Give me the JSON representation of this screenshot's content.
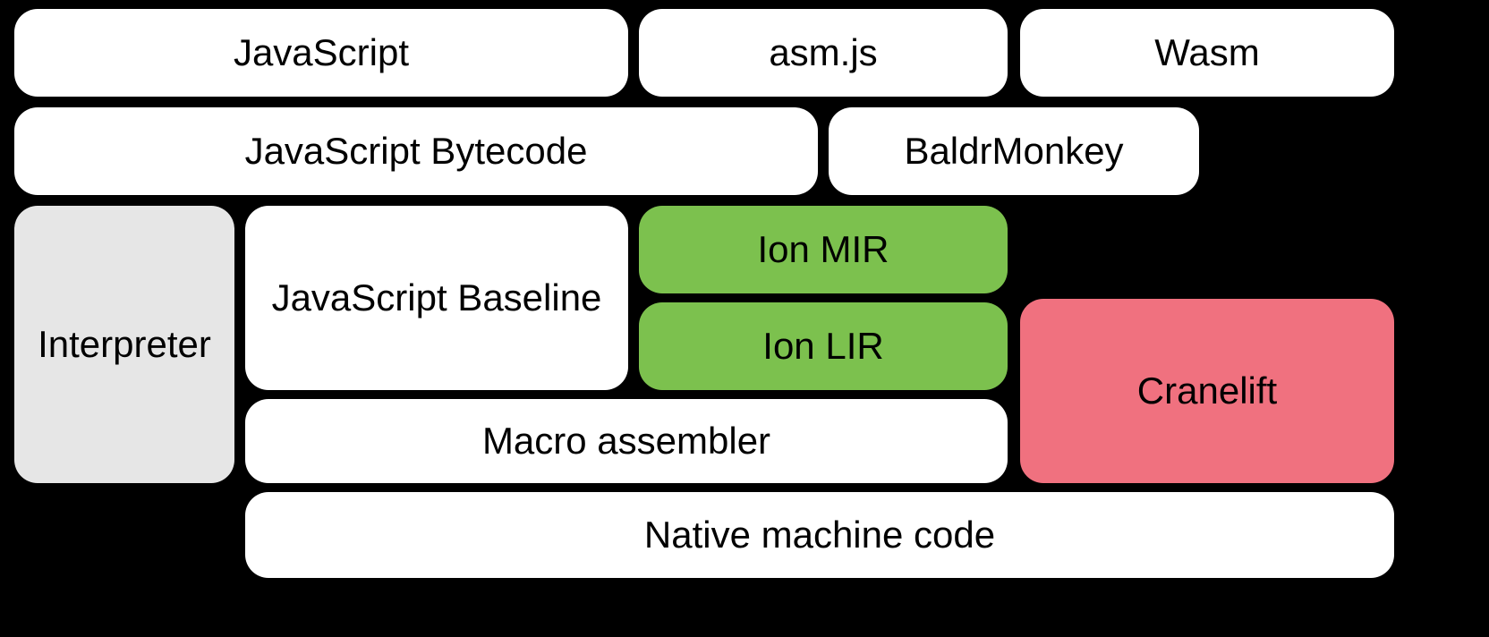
{
  "colors": {
    "background": "#000000",
    "box_white": "#ffffff",
    "box_gray": "#e6e6e6",
    "box_green": "#7cc14e",
    "box_pink": "#f0717f",
    "text": "#000000"
  },
  "boxes": [
    {
      "label": "JavaScript",
      "color": "white"
    },
    {
      "label": "asm.js",
      "color": "white"
    },
    {
      "label": "Wasm",
      "color": "white"
    },
    {
      "label": "JavaScript Bytecode",
      "color": "white"
    },
    {
      "label": "BaldrMonkey",
      "color": "white"
    },
    {
      "label": "Interpreter",
      "color": "gray"
    },
    {
      "label": "JavaScript Baseline",
      "color": "white"
    },
    {
      "label": "Ion MIR",
      "color": "green"
    },
    {
      "label": "Ion LIR",
      "color": "green"
    },
    {
      "label": "Cranelift",
      "color": "pink"
    },
    {
      "label": "Macro assembler",
      "color": "white"
    },
    {
      "label": "Native machine code",
      "color": "white"
    }
  ]
}
